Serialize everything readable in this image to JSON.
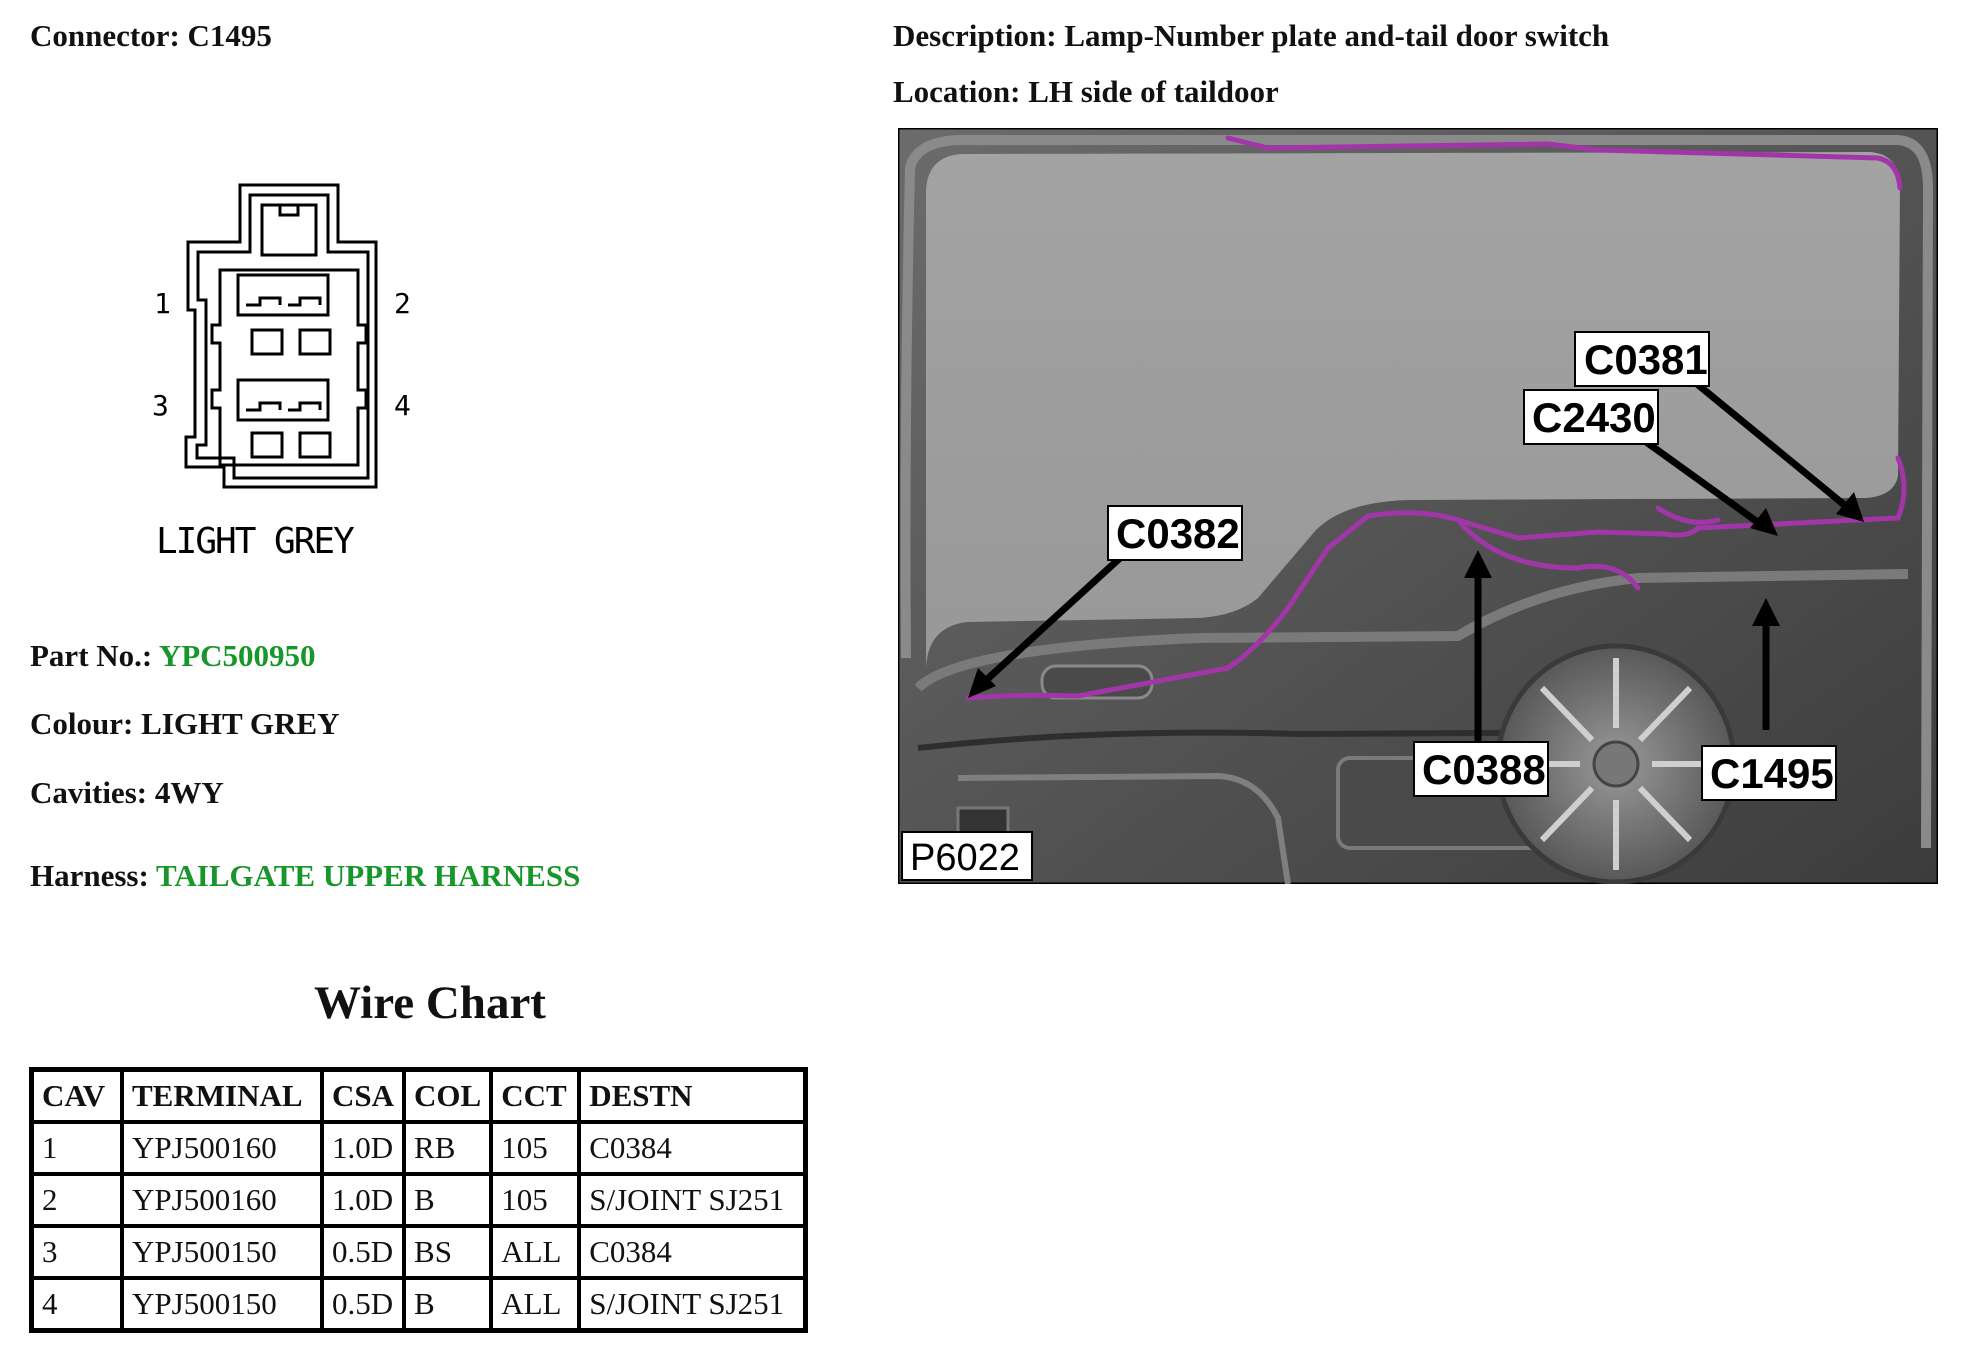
{
  "header": {
    "connector_label": "Connector:",
    "connector_value": "C1495",
    "description_label": "Description:",
    "description_value": "Lamp-Number plate and-tail door switch",
    "location_label": "Location:",
    "location_value": "LH side of taildoor"
  },
  "connector_diagram": {
    "pins": [
      "1",
      "2",
      "3",
      "4"
    ],
    "colour_caption": "LIGHT GREY"
  },
  "location_image": {
    "callouts": [
      "C0381",
      "C2430",
      "C0382",
      "C0388",
      "C1495"
    ],
    "figure_id": "P6022",
    "harness_color": "#a236a8"
  },
  "details": {
    "part_label": "Part No.:",
    "part_value": "YPC500950",
    "colour_label": "Colour:",
    "colour_value": "LIGHT GREY",
    "cavities_label": "Cavities:",
    "cavities_value": "4WY",
    "harness_label": "Harness:",
    "harness_value": "TAILGATE UPPER HARNESS",
    "highlight_color": "#17962a"
  },
  "wire_chart": {
    "title": "Wire Chart",
    "columns": [
      "CAV",
      "TERMINAL",
      "CSA",
      "COL",
      "CCT",
      "DESTN"
    ],
    "rows": [
      [
        "1",
        "YPJ500160",
        "1.0D",
        "RB",
        "105",
        "C0384"
      ],
      [
        "2",
        "YPJ500160",
        "1.0D",
        "B",
        "105",
        "S/JOINT SJ251"
      ],
      [
        "3",
        "YPJ500150",
        "0.5D",
        "BS",
        "ALL",
        "C0384"
      ],
      [
        "4",
        "YPJ500150",
        "0.5D",
        "B",
        "ALL",
        "S/JOINT SJ251"
      ]
    ]
  }
}
